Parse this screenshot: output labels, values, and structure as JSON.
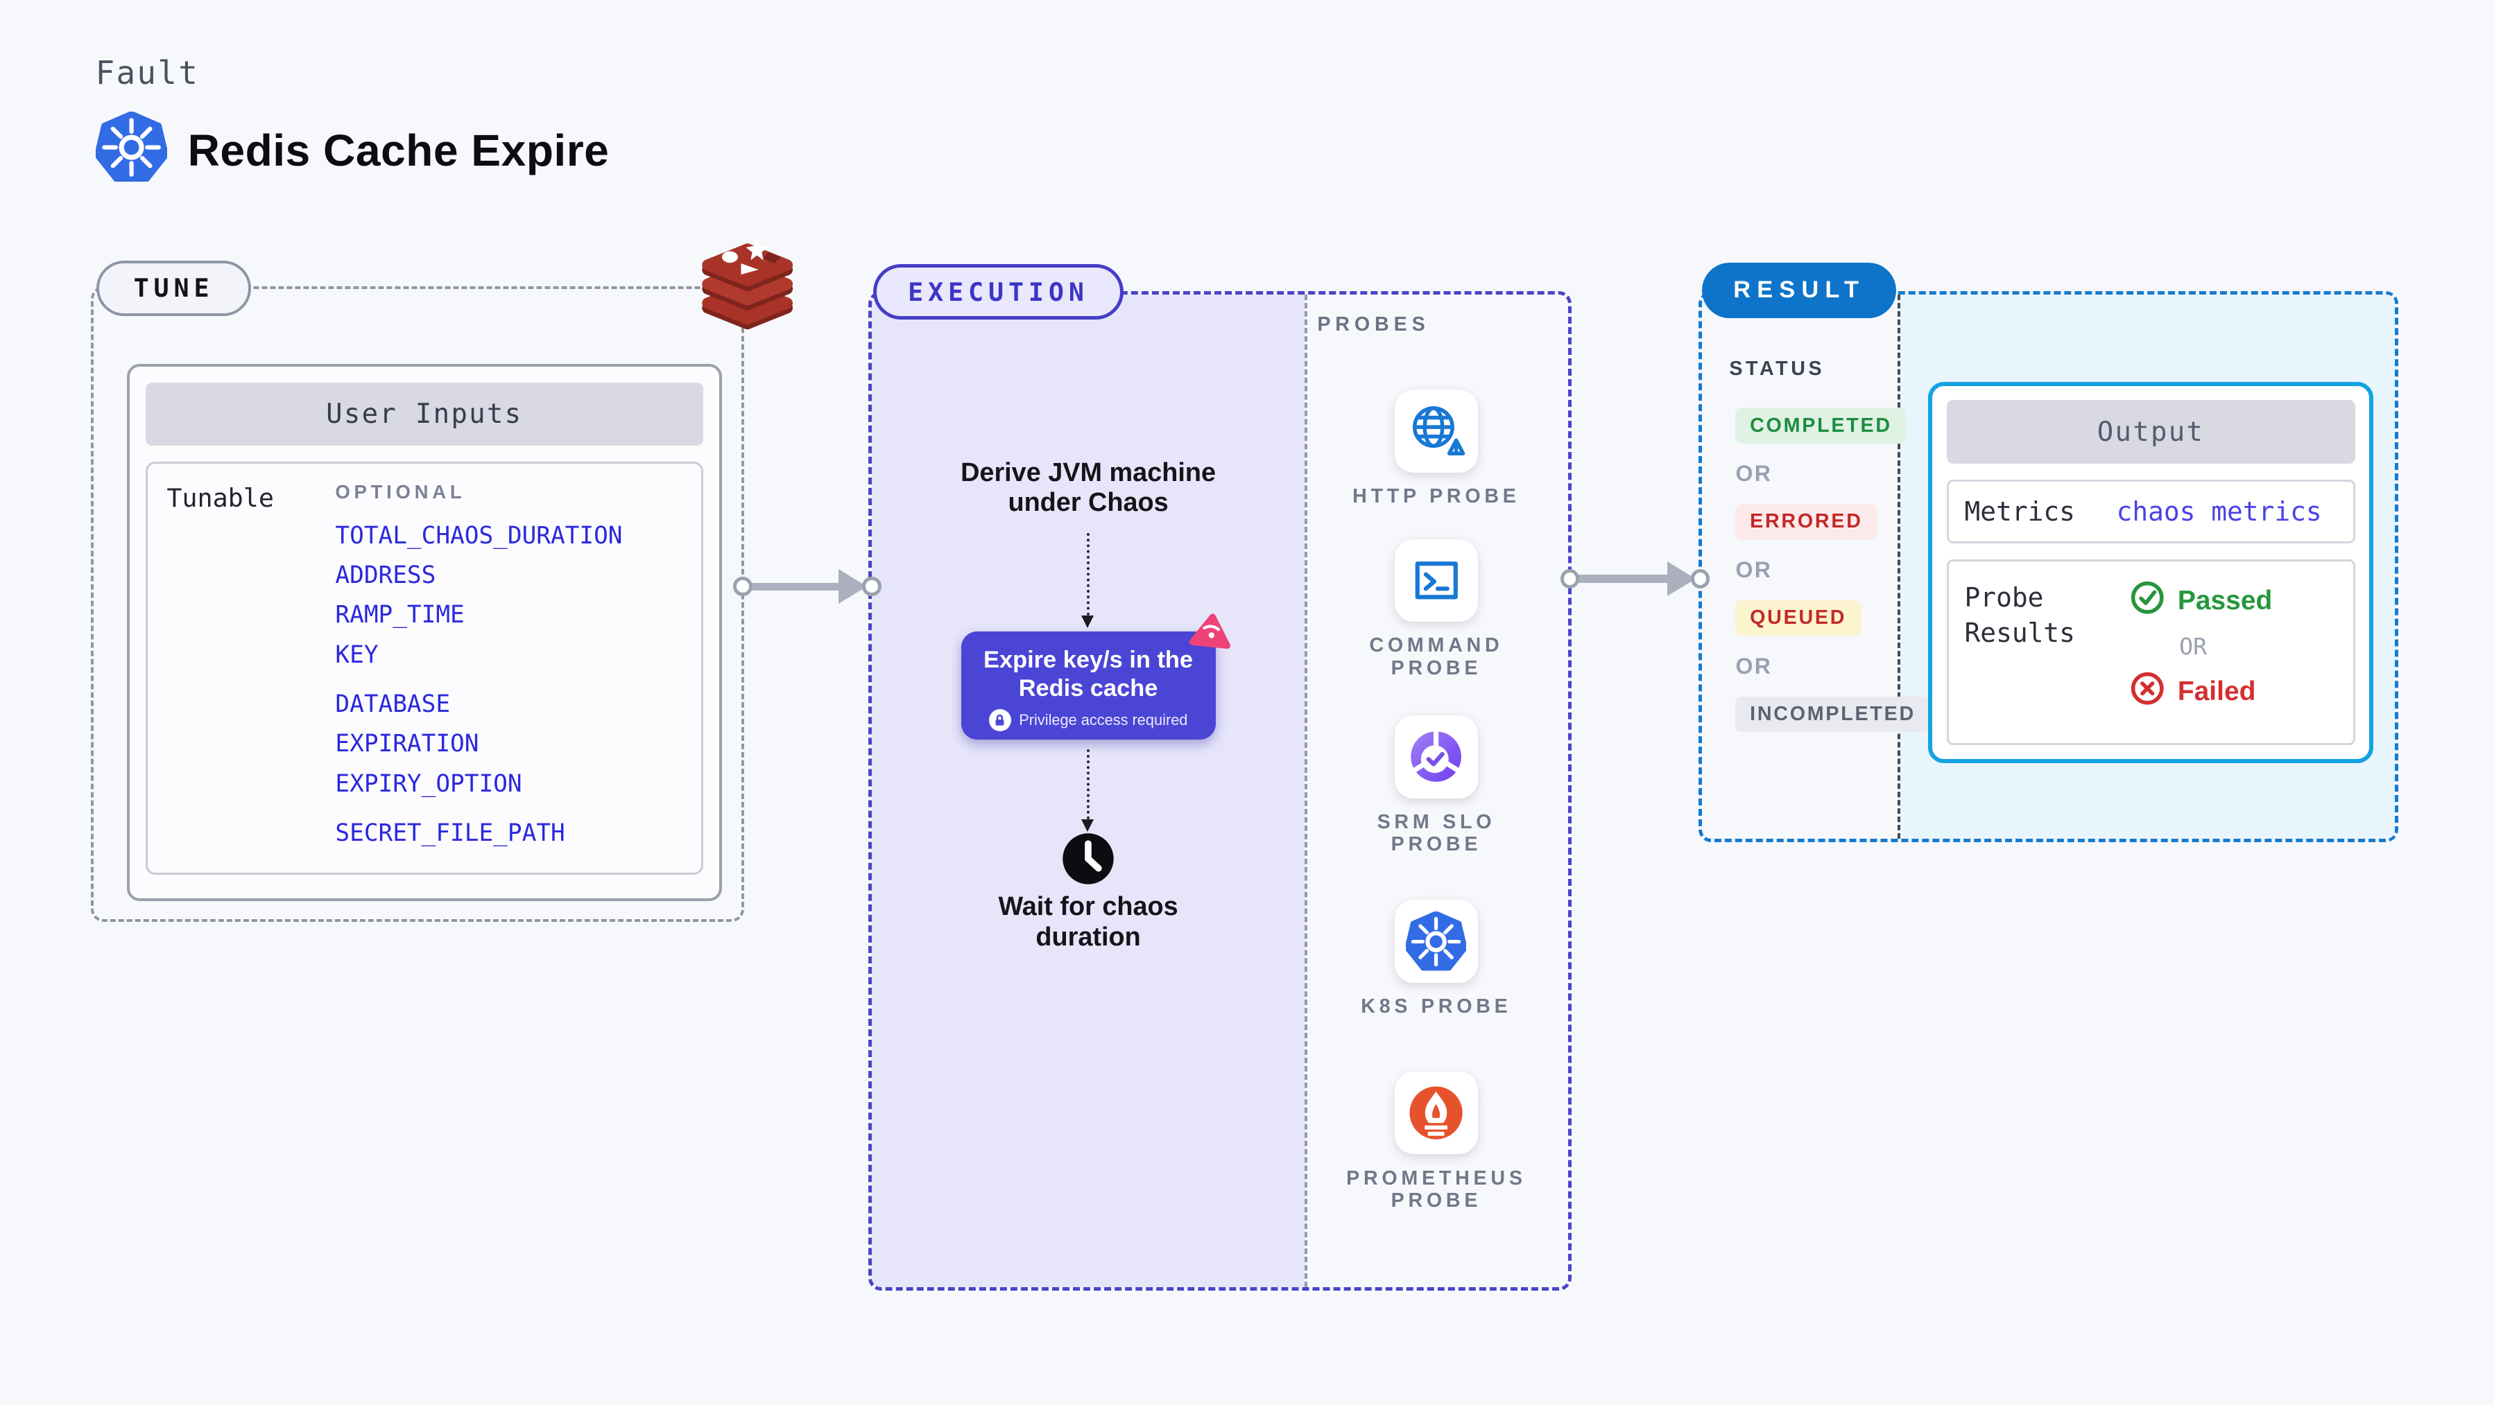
{
  "header": {
    "kicker": "Fault",
    "title": "Redis Cache Expire",
    "title_icon": "kubernetes-icon"
  },
  "tune": {
    "badge": "TUNE",
    "corner_icon": "redis-icon",
    "user_inputs": {
      "title": "User Inputs",
      "group_label": "Tunable",
      "column_label": "OPTIONAL",
      "fields": [
        "TOTAL_CHAOS_DURATION",
        "ADDRESS",
        "RAMP_TIME",
        "KEY",
        "DATABASE",
        "EXPIRATION",
        "EXPIRY_OPTION",
        "SECRET_FILE_PATH"
      ]
    }
  },
  "execution": {
    "badge": "EXECUTION",
    "steps": {
      "step1": "Derive JVM machine under Chaos",
      "step2_title": "Expire key/s in the Redis cache",
      "step2_note": "Privilege access required",
      "step2_note_icon": "lock-icon",
      "step2_corner_icon": "chaos-icon",
      "step3": "Wait for chaos duration",
      "step3_icon": "clock-icon"
    },
    "probes_title": "PROBES",
    "probes": [
      {
        "icon": "globe-alert-icon",
        "line1": "HTTP PROBE",
        "line2": ""
      },
      {
        "icon": "terminal-icon",
        "line1": "COMMAND",
        "line2": "PROBE"
      },
      {
        "icon": "slo-gauge-icon",
        "line1": "SRM SLO",
        "line2": "PROBE"
      },
      {
        "icon": "kubernetes-icon",
        "line1": "K8S PROBE",
        "line2": ""
      },
      {
        "icon": "prometheus-flame-icon",
        "line1": "PROMETHEUS",
        "line2": "PROBE"
      }
    ]
  },
  "result": {
    "badge": "RESULT",
    "status_title": "STATUS",
    "or_label": "OR",
    "statuses": [
      {
        "label": "COMPLETED",
        "type": "completed",
        "text_color": "#1d8c3f",
        "bg_color": "#dff2e4"
      },
      {
        "label": "ERRORED",
        "type": "errored",
        "text_color": "#c42727",
        "bg_color": "#fceaea"
      },
      {
        "label": "QUEUED",
        "type": "queued",
        "text_color": "#c22a27",
        "bg_color": "#fcf3cf"
      },
      {
        "label": "INCOMPLETED",
        "type": "incompleted",
        "text_color": "#5b6372",
        "bg_color": "#e9eaf0"
      }
    ],
    "output": {
      "title": "Output",
      "metrics_label": "Metrics",
      "metrics_value": "chaos metrics",
      "probe_results_label": "Probe Results",
      "passed_label": "Passed",
      "passed_icon": "check-circle-icon",
      "or_label": "OR",
      "failed_label": "Failed",
      "failed_icon": "x-circle-icon"
    }
  },
  "colors": {
    "page_bg": "#f7f8fc",
    "indigo_accent": "#4b45d6",
    "execution_fill": "#e6e5fa",
    "result_blue": "#0d74c9",
    "result_fill": "#e9f5fc",
    "output_border": "#14a3e0",
    "field_link_blue": "#2b28dd",
    "kubernetes_blue": "#326ce5",
    "redis_red": "#a93328",
    "prometheus_orange": "#e6522c",
    "chaos_pink": "#ef4279"
  }
}
